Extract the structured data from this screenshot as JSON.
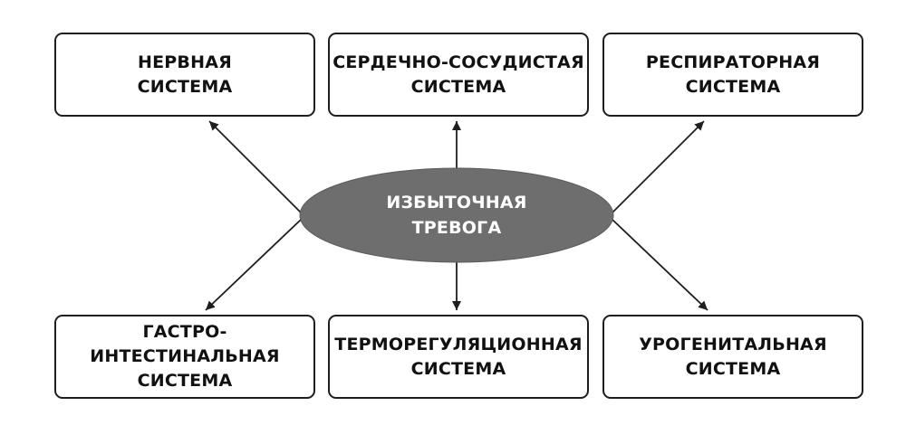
{
  "center": {
    "lines": [
      "ИЗБЫТОЧНАЯ",
      "ТРЕВОГА"
    ]
  },
  "systems": [
    {
      "lines": [
        "НЕРВНАЯ",
        "СИСТЕМА"
      ]
    },
    {
      "lines": [
        "СЕРДЕЧНО-СОСУДИСТАЯ",
        "СИСТЕМА"
      ]
    },
    {
      "lines": [
        "РЕСПИРАТОРНАЯ",
        "СИСТЕМА"
      ]
    },
    {
      "lines": [
        "ГАСТРО-",
        "ИНТЕСТИНАЛЬНАЯ",
        "СИСТЕМА"
      ]
    },
    {
      "lines": [
        "ТЕРМОРЕГУЛЯЦИОННАЯ",
        "СИСТЕМА"
      ]
    },
    {
      "lines": [
        "УРОГЕНИТАЛЬНАЯ",
        "СИСТЕМА"
      ]
    }
  ],
  "colors": {
    "ellipse_fill": "#6e6e6e",
    "line": "#1e1e1e",
    "box_border": "#1e1e1e"
  }
}
